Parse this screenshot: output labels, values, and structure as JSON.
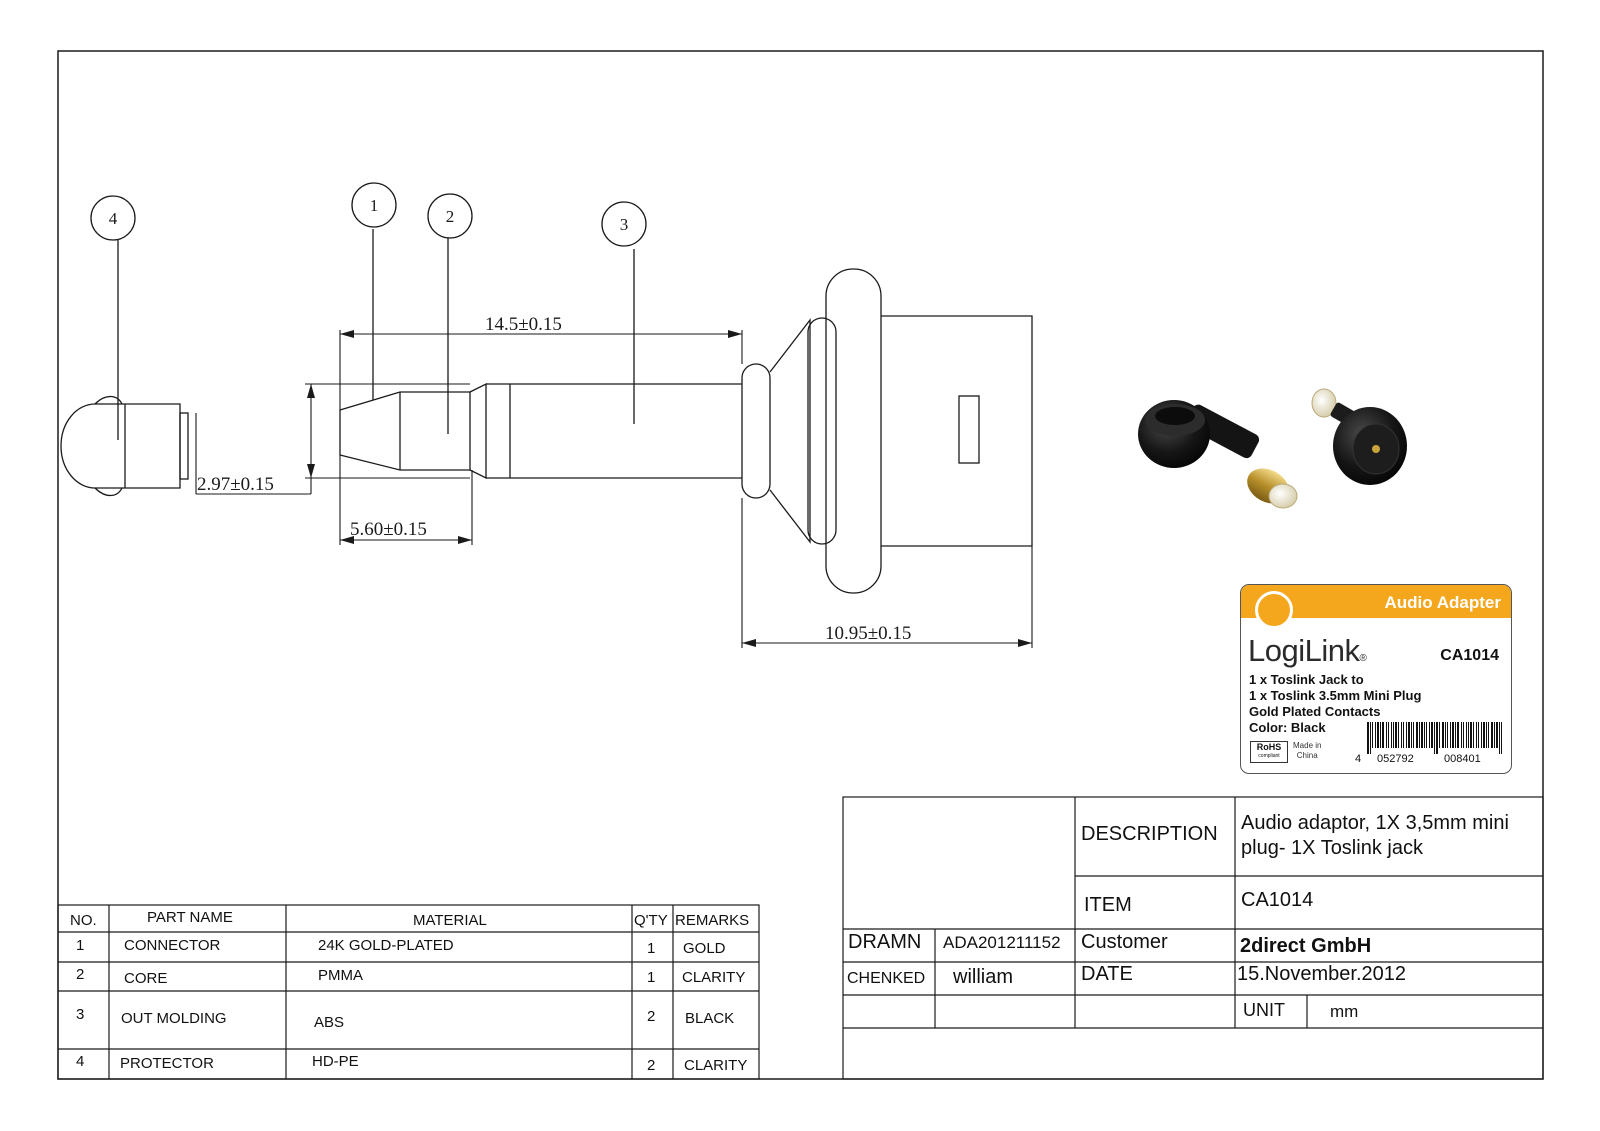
{
  "callouts": [
    "1",
    "2",
    "3",
    "4"
  ],
  "dimensions": {
    "overall_length": "14.5±0.15",
    "diameter": "2.97±0.15",
    "tip_length": "5.60±0.15",
    "body_length": "10.95±0.15"
  },
  "parts_table": {
    "headers": [
      "NO.",
      "PART NAME",
      "MATERIAL",
      "Q'TY",
      "REMARKS"
    ],
    "rows": [
      {
        "no": "1",
        "part_name": "CONNECTOR",
        "material": "24K GOLD-PLATED",
        "qty": "1",
        "remarks": "GOLD"
      },
      {
        "no": "2",
        "part_name": "CORE",
        "material": "PMMA",
        "qty": "1",
        "remarks": "CLARITY"
      },
      {
        "no": "3",
        "part_name": "OUT MOLDING",
        "material": "ABS",
        "qty": "2",
        "remarks": "BLACK"
      },
      {
        "no": "4",
        "part_name": "PROTECTOR",
        "material": "HD-PE",
        "qty": "2",
        "remarks": "CLARITY"
      }
    ]
  },
  "title_block": {
    "description_label": "DESCRIPTION",
    "description_line1": "Audio adaptor, 1X 3,5mm mini",
    "description_line2": "plug- 1X Toslink jack",
    "item_label": "ITEM",
    "item_value": "CA1014",
    "drawn_label": "DRAMN",
    "drawn_value": "ADA201211152",
    "customer_label": "Customer",
    "customer_value": "2direct GmbH",
    "checked_label": "CHENKED",
    "checked_value": "william",
    "date_label": "DATE",
    "date_value": "15.November.2012",
    "unit_label": "UNIT",
    "unit_value": "mm"
  },
  "product_label": {
    "title": "Audio Adapter",
    "brand": "LogiLink",
    "brand_mark": "®",
    "code": "CA1014",
    "lines": [
      "1 x Toslink Jack to",
      "1 x Toslink 3.5mm Mini Plug",
      "Gold Plated Contacts",
      "Color: Black"
    ],
    "rohs": "RoHS",
    "rohs_sub": "compliant",
    "made_in_line1": "Made in",
    "made_in_line2": "China",
    "barcode_prefix": "4",
    "barcode_group1": "052792",
    "barcode_group2": "008401"
  },
  "colors": {
    "line": "#1a1a1a",
    "label_orange": "#f4a71d",
    "product_black": "#151515",
    "gold": "#c9a43a"
  }
}
